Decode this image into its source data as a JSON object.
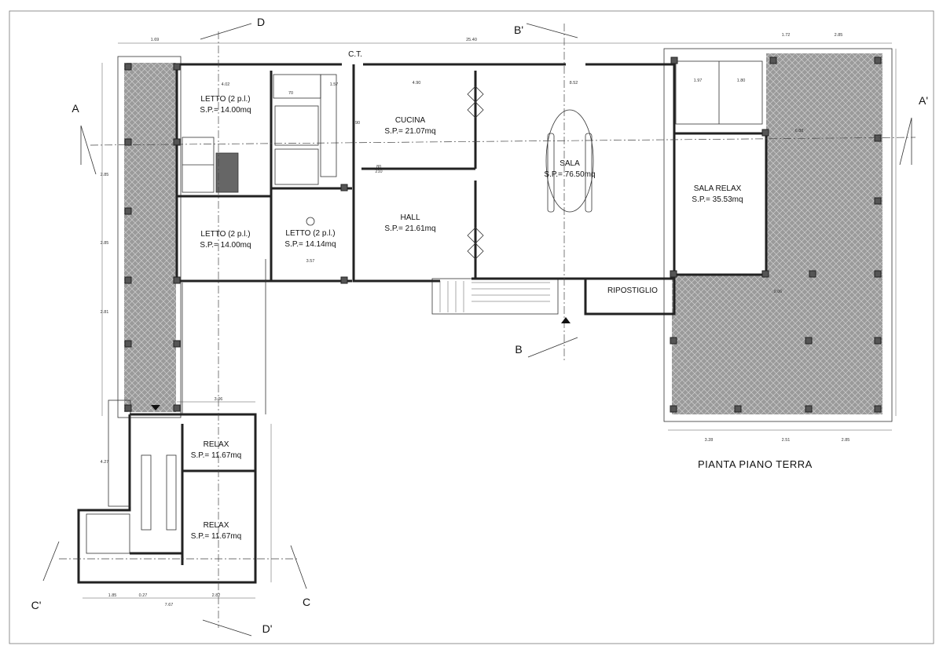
{
  "drawing": {
    "title": "PIANTA PIANO TERRA",
    "section_labels": [
      "A",
      "A'",
      "B",
      "B'",
      "C",
      "C'",
      "D",
      "D'"
    ],
    "rooms": {
      "letto1": {
        "name": "LETTO (2 p.l.)",
        "area": "S.P.= 14.00mq"
      },
      "letto2": {
        "name": "LETTO (2 p.l.)",
        "area": "S.P.= 14.00mq"
      },
      "letto3": {
        "name": "LETTO (2 p.l.)",
        "area": "S.P.= 14.14mq"
      },
      "cucina": {
        "name": "CUCINA",
        "area": "S.P.= 21.07mq"
      },
      "hall": {
        "name": "HALL",
        "area": "S.P.= 21.61mq"
      },
      "sala": {
        "name": "SALA",
        "area": "S.P.= 76.50mq"
      },
      "sala_relax": {
        "name": "SALA RELAX",
        "area": "S.P.= 35.53mq"
      },
      "ripostiglio": {
        "name": "RIPOSTIGLIO"
      },
      "relax1": {
        "name": "RELAX",
        "area": "S.P.= 11.67mq"
      },
      "relax2": {
        "name": "RELAX",
        "area": "S.P.= 11.67mq"
      },
      "ct": {
        "name": "C.T."
      }
    },
    "dimensions": {
      "top_total": "25.40",
      "top_left": "1.69",
      "top_right_a": "1.72",
      "top_right_b": "2.85",
      "letto_width": "4.02",
      "corridor": "1.57",
      "cucina_width": "4.90",
      "sala_width": "8.52",
      "relax_bath_a": "1.97",
      "relax_bath_b": "1.80",
      "letto3_width": "3.57",
      "annex_top": "3.06",
      "annex_bottom": "7.67",
      "annex_b1": "1.85",
      "annex_b2": "0.27",
      "annex_b3": "2.82",
      "right_bottom_a": "3.28",
      "right_bottom_b": "2.51",
      "right_bottom_c": "2.85",
      "sala_relax_w": "6.88",
      "terrace_w": "9.06",
      "left_a": "2.85",
      "left_b": "2.85",
      "left_c": "2.81",
      "left_d": "4.27",
      "door_std": "80",
      "door_h": "210",
      "door_70": "70",
      "door_90": "90"
    }
  }
}
